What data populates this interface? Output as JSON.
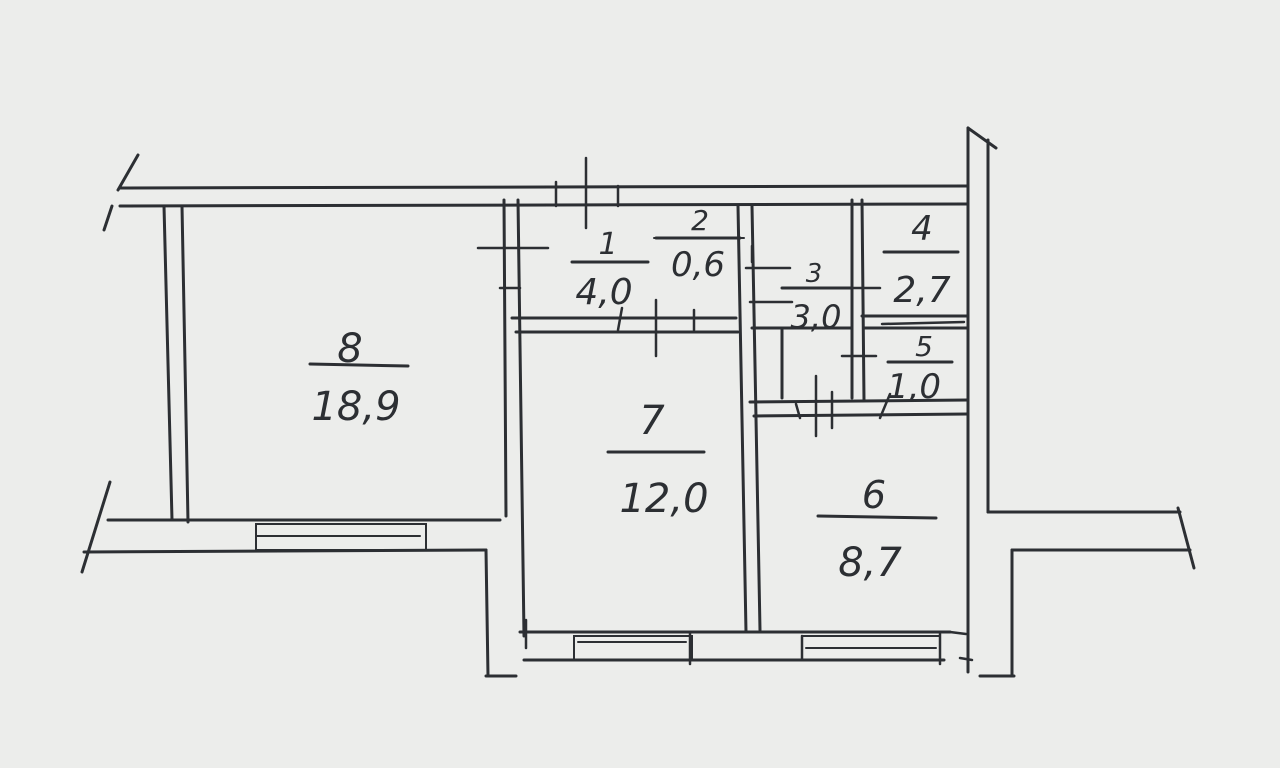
{
  "rooms": [
    {
      "id": "1",
      "number": "1",
      "area": "4,0"
    },
    {
      "id": "2",
      "number": "2",
      "area": "0,6"
    },
    {
      "id": "3",
      "number": "3",
      "area": "3,0"
    },
    {
      "id": "4",
      "number": "4",
      "area": "2,7"
    },
    {
      "id": "5",
      "number": "5",
      "area": "1,0"
    },
    {
      "id": "6",
      "number": "6",
      "area": "8,7"
    },
    {
      "id": "7",
      "number": "7",
      "area": "12,0"
    },
    {
      "id": "8",
      "number": "8",
      "area": "18,9"
    }
  ],
  "colors": {
    "paper": "#ecedeb",
    "ink": "#2c2f33"
  }
}
